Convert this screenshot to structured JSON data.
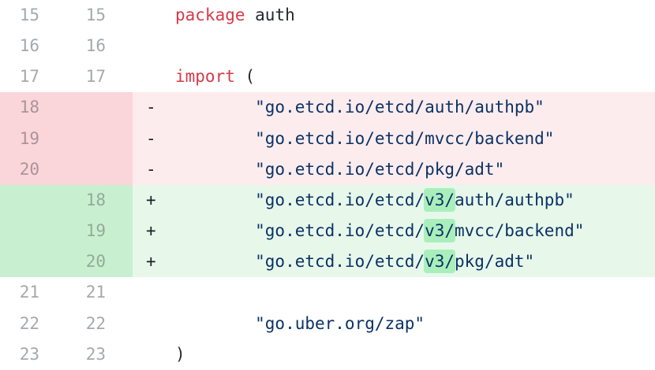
{
  "diff": {
    "file_language": "go",
    "colors": {
      "deletion_gutter_bg": "#fad5da",
      "deletion_line_bg": "#fdecee",
      "addition_gutter_bg": "#c9efd1",
      "addition_line_bg": "#e7f8eb",
      "word_highlight_bg": "#aaefbb",
      "keyword_color": "#d73a49",
      "string_color": "#0b3264",
      "plain_code_color": "#24292f",
      "line_number_color": "#a5a9ad"
    },
    "rows": [
      {
        "type": "ctx",
        "old": "15",
        "new": "15",
        "marker": "",
        "segments": [
          {
            "text": "package",
            "style": "keyword"
          },
          {
            "text": " auth",
            "style": "plain"
          }
        ]
      },
      {
        "type": "ctx",
        "old": "16",
        "new": "16",
        "marker": "",
        "segments": []
      },
      {
        "type": "ctx",
        "old": "17",
        "new": "17",
        "marker": "",
        "segments": [
          {
            "text": "import",
            "style": "keyword"
          },
          {
            "text": " (",
            "style": "plain"
          }
        ]
      },
      {
        "type": "del",
        "old": "18",
        "new": "",
        "marker": "-",
        "segments": [
          {
            "text": "        \"go.etcd.io/etcd/auth/authpb\"",
            "style": "string"
          }
        ]
      },
      {
        "type": "del",
        "old": "19",
        "new": "",
        "marker": "-",
        "segments": [
          {
            "text": "        \"go.etcd.io/etcd/mvcc/backend\"",
            "style": "string"
          }
        ]
      },
      {
        "type": "del",
        "old": "20",
        "new": "",
        "marker": "-",
        "segments": [
          {
            "text": "        \"go.etcd.io/etcd/pkg/adt\"",
            "style": "string"
          }
        ]
      },
      {
        "type": "add",
        "old": "",
        "new": "18",
        "marker": "+",
        "segments": [
          {
            "text": "        \"go.etcd.io/etcd/",
            "style": "string"
          },
          {
            "text": "v3/",
            "style": "string-highlight"
          },
          {
            "text": "auth/authpb\"",
            "style": "string"
          }
        ]
      },
      {
        "type": "add",
        "old": "",
        "new": "19",
        "marker": "+",
        "segments": [
          {
            "text": "        \"go.etcd.io/etcd/",
            "style": "string"
          },
          {
            "text": "v3/",
            "style": "string-highlight"
          },
          {
            "text": "mvcc/backend\"",
            "style": "string"
          }
        ]
      },
      {
        "type": "add",
        "old": "",
        "new": "20",
        "marker": "+",
        "segments": [
          {
            "text": "        \"go.etcd.io/etcd/",
            "style": "string"
          },
          {
            "text": "v3/",
            "style": "string-highlight"
          },
          {
            "text": "pkg/adt\"",
            "style": "string"
          }
        ]
      },
      {
        "type": "ctx",
        "old": "21",
        "new": "21",
        "marker": "",
        "segments": []
      },
      {
        "type": "ctx",
        "old": "22",
        "new": "22",
        "marker": "",
        "segments": [
          {
            "text": "        \"go.uber.org/zap\"",
            "style": "string"
          }
        ]
      },
      {
        "type": "ctx",
        "old": "23",
        "new": "23",
        "marker": "",
        "segments": [
          {
            "text": ")",
            "style": "plain"
          }
        ]
      }
    ]
  }
}
